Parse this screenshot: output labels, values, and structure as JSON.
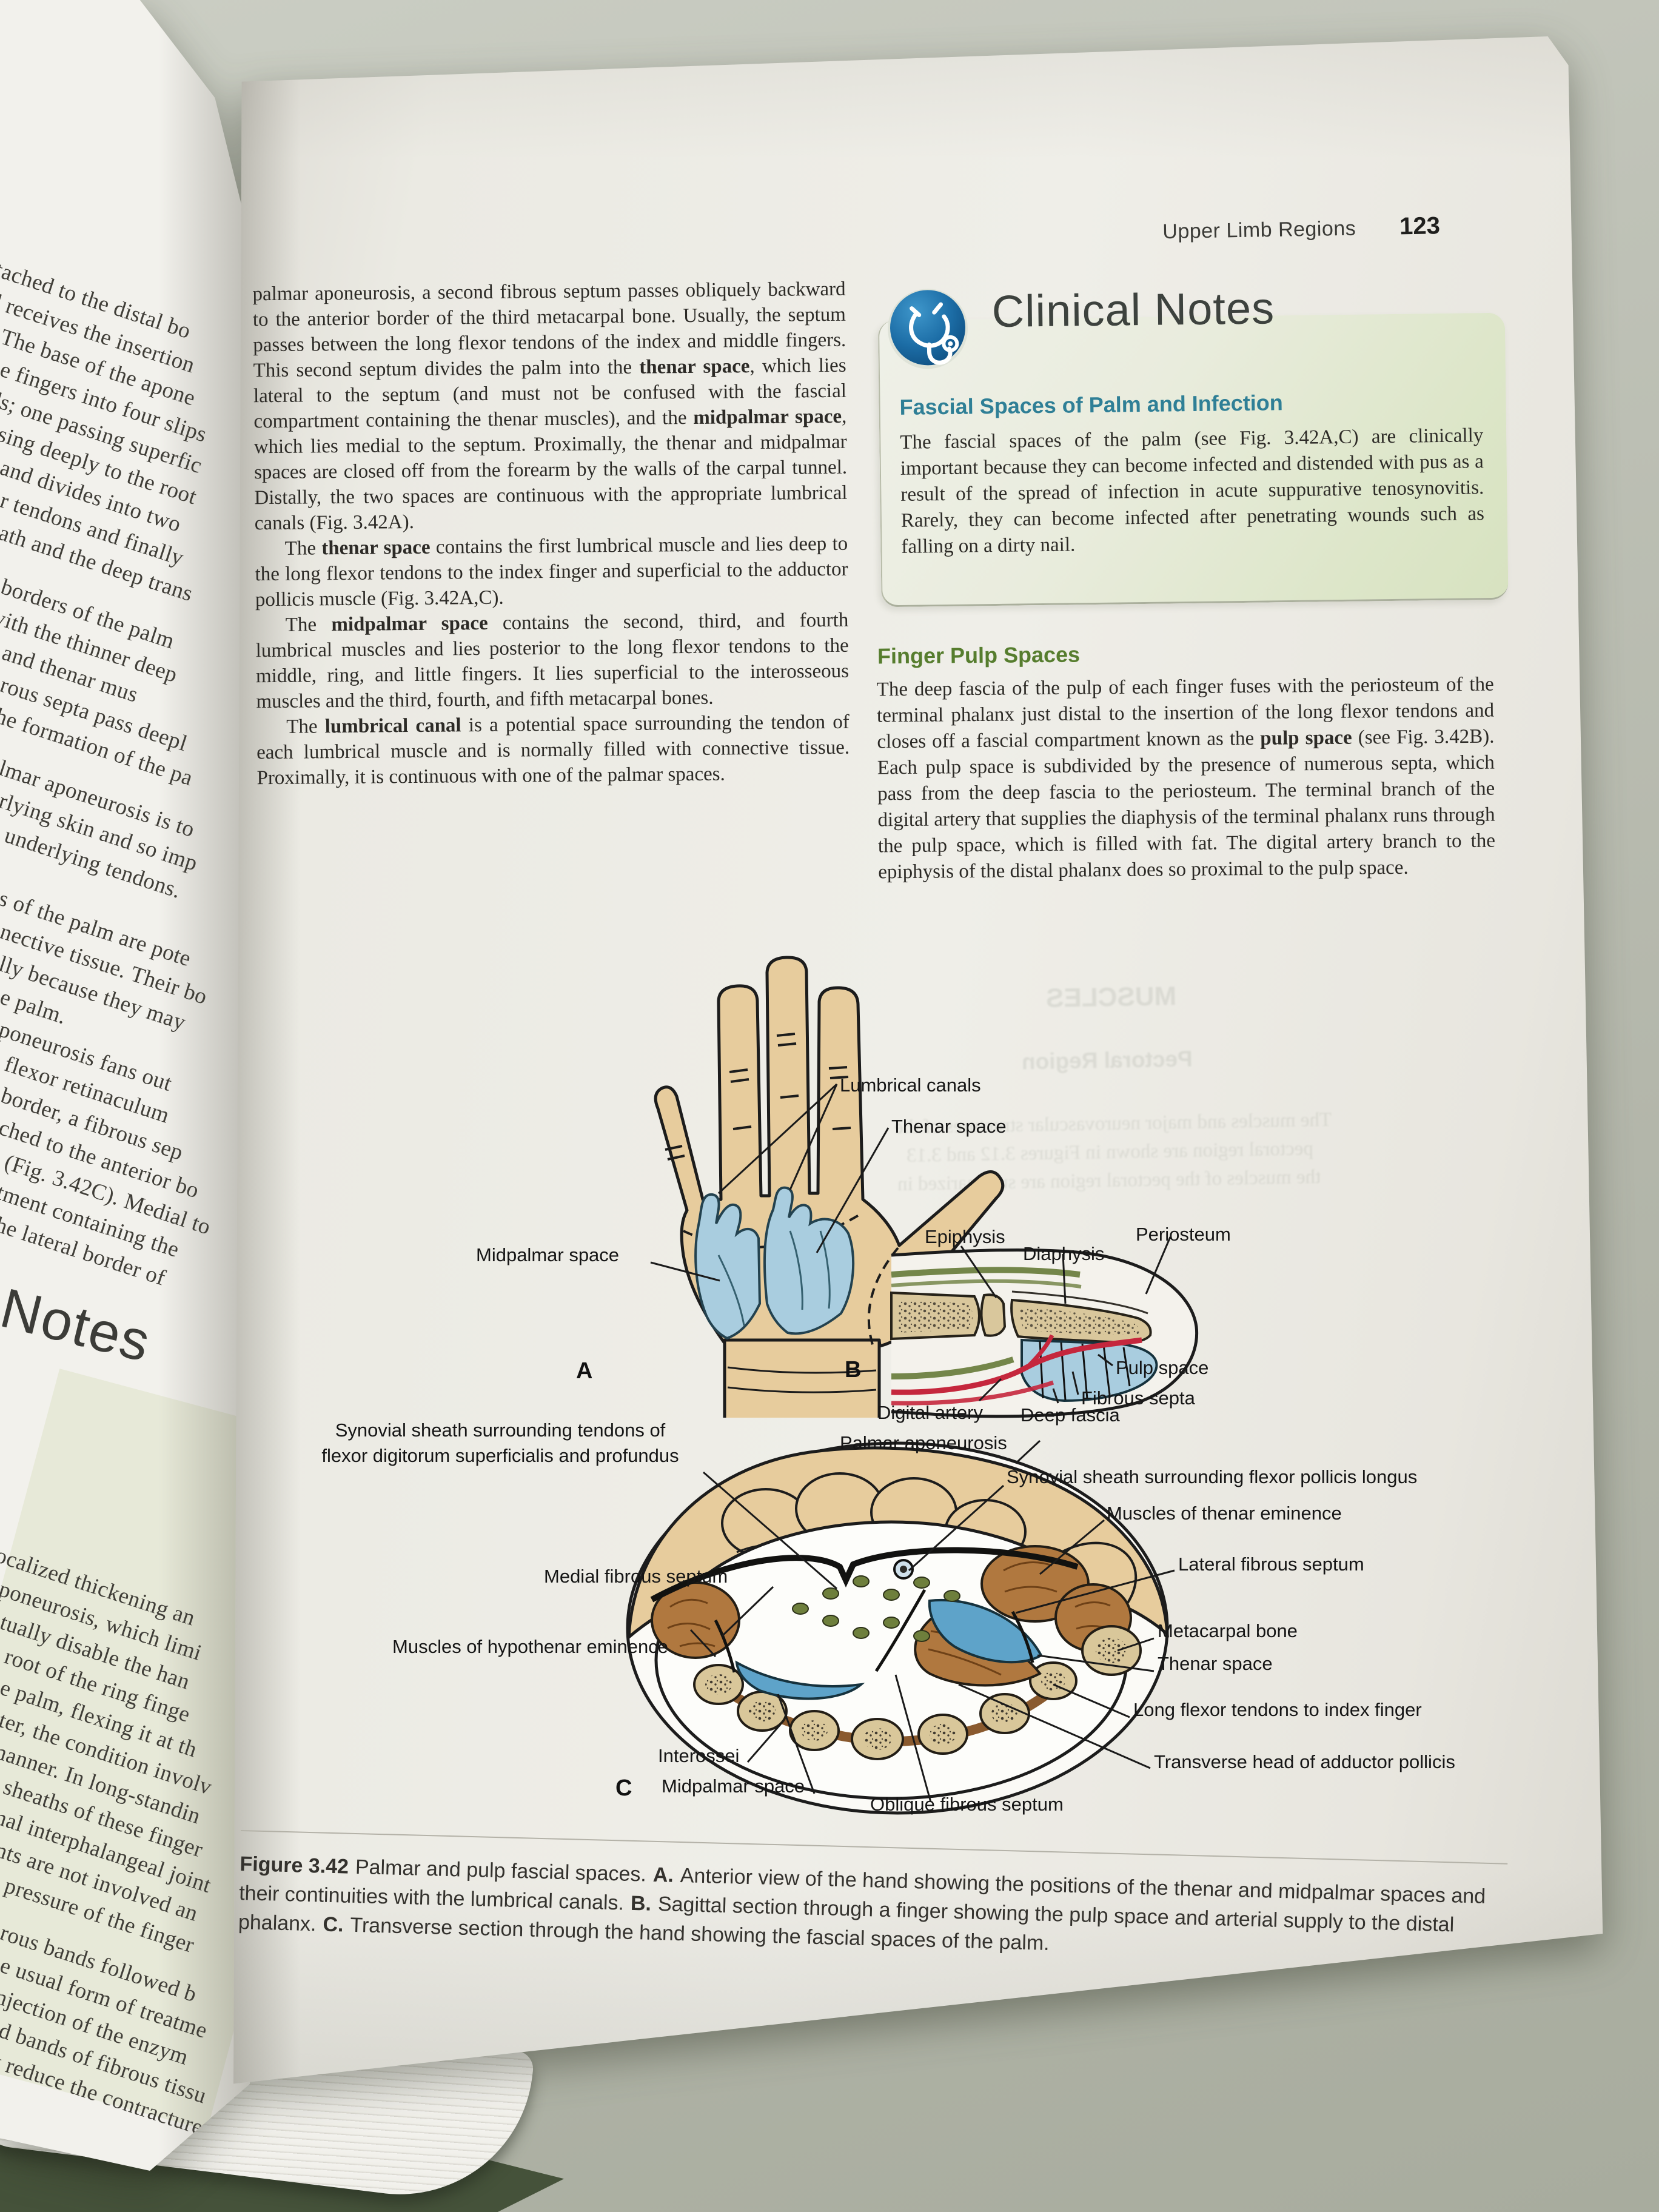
{
  "header": {
    "running_title": "Upper Limb Regions",
    "page_number": "123"
  },
  "left_page": {
    "notes_heading": "Notes",
    "fragments": [
      "ttached to the distal bo",
      "d receives the insertion",
      "t The base of the apone",
      "he fingers into four slips",
      "ds; one passing superfic",
      "ssing deeply to the root",
      "band divides into two",
      "or tendons and finally",
      "eath and the deep trans",
      "l borders of the palm",
      "with the thinner deep",
      "r and thenar mus",
      "brous septa pass deepl",
      "the formation of the pa",
      "almar aponeurosis is to",
      "erlying skin and so imp",
      "e underlying tendons.",
      "es of the palm are pote",
      "nnective tissue. Their bo",
      "ally because they may",
      "he palm.",
      "aponeurosis fans out",
      "e flexor retinaculum",
      "l border, a fibrous sep",
      "ached to the anterior bo",
      "e (Fig. 3.42C). Medial to",
      "rtment containing the",
      "the lateral border of",
      "localized thickening an",
      "aponeurosis, which limi",
      "ntually disable the han",
      "e root of the ring finge",
      "he palm, flexing it at th",
      "ater, the condition involv",
      "manner. In long-standin",
      "s sheaths of these finger",
      "mal interphalangeal joint",
      "ints are not involved an",
      "e pressure of the finger",
      "brous bands followed b",
      "he usual form of treatme",
      "injection of the enzym",
      "ed bands of fibrous tissu",
      "y reduce the contracture"
    ]
  },
  "main_column": {
    "paragraphs": [
      {
        "segments": [
          {
            "text": "palmar aponeurosis, a second fibrous septum passes obliquely backward to the anterior border of the third metacarpal bone. Usually, the septum passes between the long flexor tendons of the index and middle fingers. This second septum divides the palm into the ",
            "bold": false
          },
          {
            "text": "thenar space",
            "bold": true
          },
          {
            "text": ", which lies lateral to the septum (and must not be confused with the fascial compartment containing the thenar muscles), and the ",
            "bold": false
          },
          {
            "text": "midpalmar space",
            "bold": true
          },
          {
            "text": ", which lies medial to the septum. Proximally, the thenar and midpalmar spaces are closed off from the forearm by the walls of the carpal tunnel. Distally, the two spaces are continuous with the appropriate lumbrical canals (Fig. 3.42A).",
            "bold": false
          }
        ]
      },
      {
        "segments": [
          {
            "text": "The ",
            "bold": false
          },
          {
            "text": "thenar space",
            "bold": true
          },
          {
            "text": " contains the first lumbrical muscle and lies deep to the long flexor tendons to the index finger and superficial to the adductor pollicis muscle (Fig. 3.42A,C).",
            "bold": false
          }
        ]
      },
      {
        "segments": [
          {
            "text": "The ",
            "bold": false
          },
          {
            "text": "midpalmar space",
            "bold": true
          },
          {
            "text": " contains the second, third, and fourth lumbrical muscles and lies posterior to the long flexor tendons to the middle, ring, and little fingers. It lies superficial to the interosseous muscles and the third, fourth, and fifth metacarpal bones.",
            "bold": false
          }
        ]
      },
      {
        "segments": [
          {
            "text": "The ",
            "bold": false
          },
          {
            "text": "lumbrical canal",
            "bold": true
          },
          {
            "text": " is a potential space surrounding the tendon of each lumbrical muscle and is normally filled with connective tissue. Proximally, it is continuous with one of the palmar spaces.",
            "bold": false
          }
        ]
      }
    ]
  },
  "clinical_notes": {
    "title": "Clinical Notes",
    "icon": "stethoscope-icon",
    "heading": "Fascial Spaces of Palm and Infection",
    "body": "The fascial spaces of the palm (see Fig. 3.42A,C) are clinically important because they can become infected and distended with pus as a result of the spread of infection in acute suppurative tenosynovitis. Rarely, they can become infected after penetrating wounds such as falling on a dirty nail."
  },
  "finger_pulp": {
    "heading": "Finger Pulp Spaces",
    "segments": [
      {
        "text": "The deep fascia of the pulp of each finger fuses with the periosteum of the terminal phalanx just distal to the insertion of the long flexor tendons and closes off a fascial compartment known as the ",
        "bold": false
      },
      {
        "text": "pulp space",
        "bold": true
      },
      {
        "text": " (see Fig. 3.42B). Each pulp space is subdivided by the presence of numerous septa, which pass from the deep fascia to the periosteum. The terminal branch of the digital artery that supplies the diaphysis of the terminal phalanx runs through the pulp space, which is filled with fat. The digital artery branch to the epiphysis of the distal phalanx does so proximal to the pulp space.",
        "bold": false
      }
    ]
  },
  "show_through": {
    "heading": "MUSCLES",
    "subheading": "Pectoral Region",
    "lines": [
      "The muscles and major neurovascular structures of the",
      "pectoral region are shown in Figures 3.12 and 3.13",
      "the muscles of the pectoral region are summarized in"
    ]
  },
  "figure": {
    "panel_a": {
      "letter": "A",
      "labels": {
        "lumbrical_canals": "Lumbrical canals",
        "thenar_space": "Thenar space",
        "midpalmar_space": "Midpalmar space"
      }
    },
    "panel_b": {
      "letter": "B",
      "labels": {
        "epiphysis": "Epiphysis",
        "diaphysis": "Diaphysis",
        "periosteum": "Periosteum",
        "pulp_space": "Pulp space",
        "fibrous_septa": "Fibrous septa",
        "digital_artery": "Digital artery",
        "deep_fascia": "Deep fascia",
        "palmar_aponeurosis": "Palmar aponeurosis"
      }
    },
    "panel_c": {
      "letter": "C",
      "labels": {
        "synovial_sheath_fds_1": "Synovial sheath surrounding tendons of",
        "synovial_sheath_fds_2": "flexor digitorum superficialis and profundus",
        "synovial_sheath_fpl": "Synovial sheath surrounding flexor pollicis longus",
        "muscles_thenar": "Muscles of thenar eminence",
        "lateral_fibrous_septum": "Lateral fibrous septum",
        "medial_fibrous_septum": "Medial fibrous septum",
        "metacarpal_bone": "Metacarpal bone",
        "thenar_space": "Thenar space",
        "muscles_hypothenar": "Muscles of hypothenar eminence",
        "long_flexor_tendons": "Long flexor tendons to index finger",
        "interossei": "Interossei",
        "transverse_head": "Transverse head of adductor pollicis",
        "midpalmar_space": "Midpalmar space",
        "oblique_fibrous_septum": "Oblique fibrous septum"
      }
    },
    "caption": {
      "figure_label": "Figure 3.42",
      "intro": "Palmar and pulp fascial spaces.",
      "a_label": "A.",
      "a_text": "Anterior view of the hand showing the positions of the thenar and midpalmar spaces and their continuities with the lumbrical canals.",
      "b_label": "B.",
      "b_text": "Sagittal section through a finger showing the pulp space and arterial supply to the distal phalanx.",
      "c_label": "C.",
      "c_text": "Transverse section through the hand showing the fascial spaces of the palm."
    }
  },
  "colors": {
    "accent_teal": "#2f7f96",
    "accent_green": "#567d2e",
    "clinical_box_green": "#dde6cb",
    "icon_blue": "#1c6da6",
    "space_blue": "#a9cddf",
    "skin_tan": "#e7cc9d",
    "muscle_brown": "#b0783f",
    "artery_red": "#c5273d",
    "tendon_green": "#74864a",
    "table_surface": "#45523a",
    "page": "#efeee8"
  }
}
